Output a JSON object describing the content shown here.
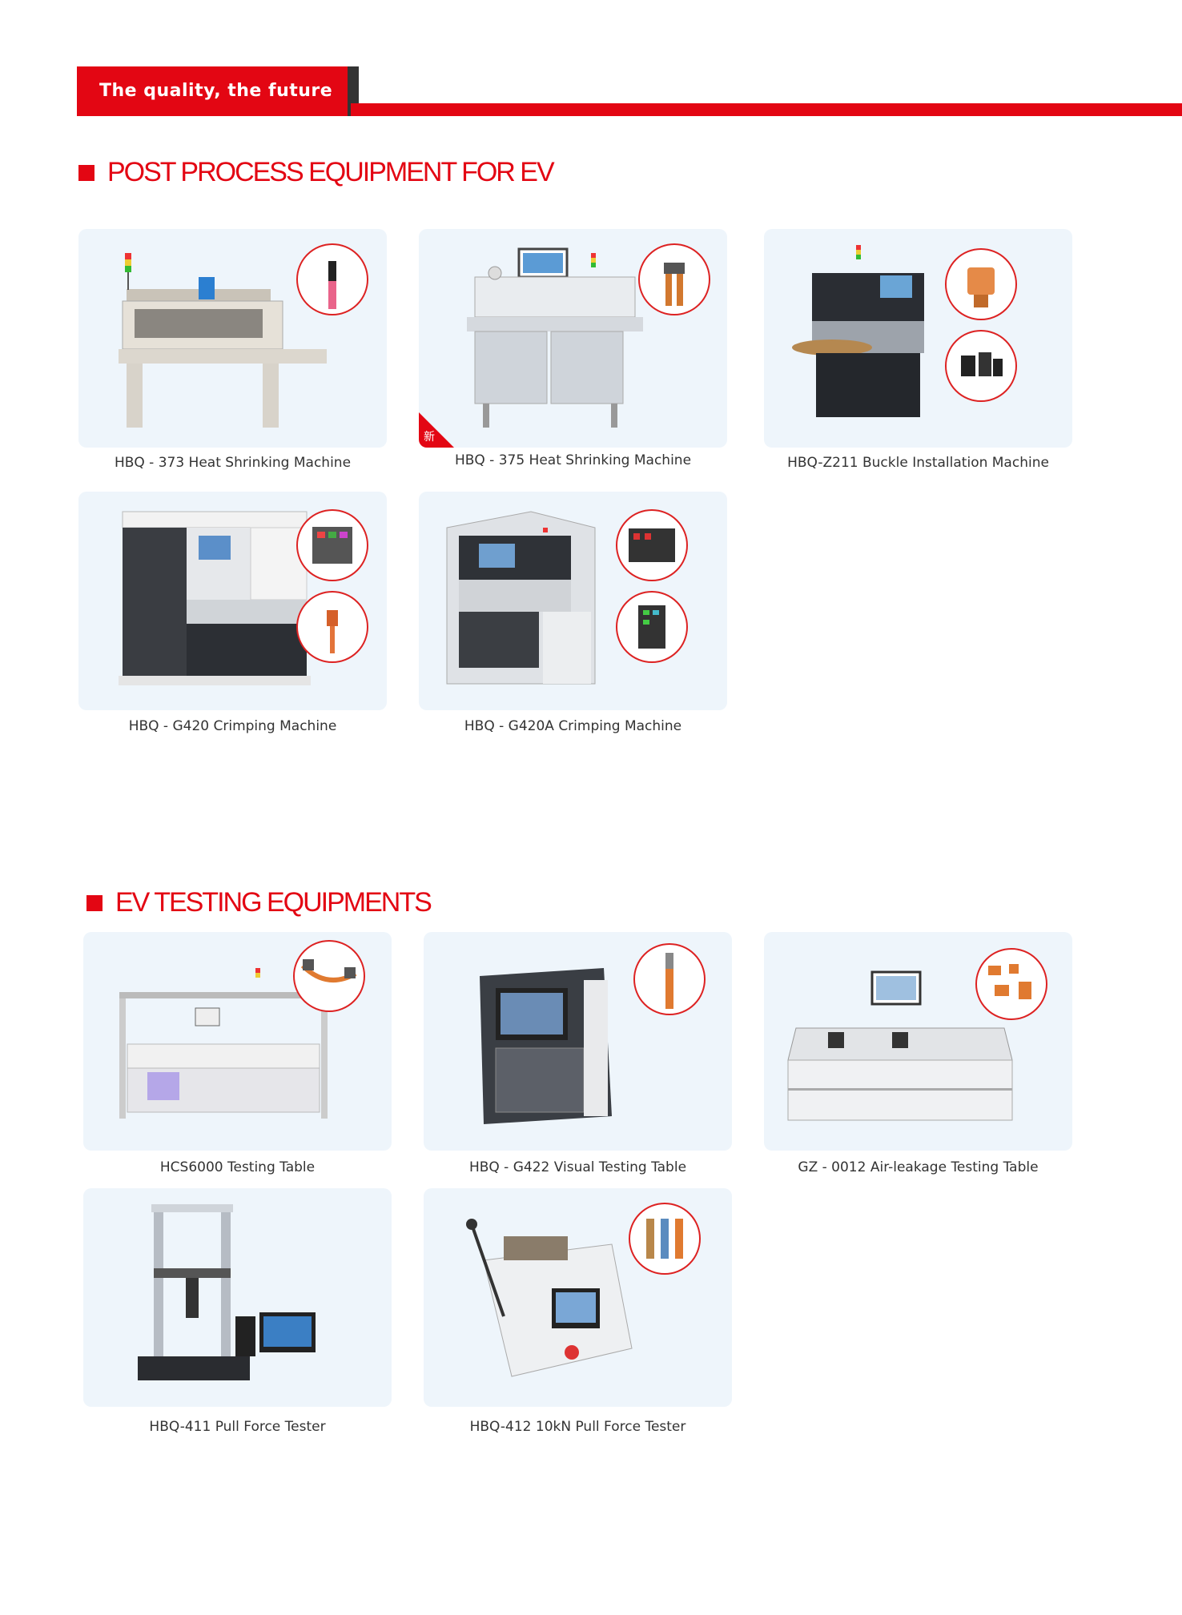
{
  "header": {
    "tagline": "The quality, the future"
  },
  "sections": [
    {
      "title": "POST PROCESS EQUIPMENT FOR EV",
      "items": [
        {
          "caption": "HBQ - 373 Heat Shrinking  Machine"
        },
        {
          "caption": "HBQ - 375 Heat Shrinking Machine",
          "badge": "新"
        },
        {
          "caption": "HBQ-Z211 Buckle Installation Machine"
        },
        {
          "caption": "HBQ - G420 Crimping Machine"
        },
        {
          "caption": "HBQ - G420A Crimping Machine"
        }
      ]
    },
    {
      "title": "EV TESTING EQUIPMENTS",
      "items": [
        {
          "caption": "HCS6000 Testing Table"
        },
        {
          "caption": "HBQ - G422 Visual Testing Table"
        },
        {
          "caption": "GZ - 0012 Air-leakage Testing Table"
        },
        {
          "caption": "HBQ-411 Pull Force Tester"
        },
        {
          "caption": "HBQ-412 10kN Pull Force Tester"
        }
      ]
    }
  ],
  "colors": {
    "accent": "#e30613",
    "card_bg": "#eef5fb",
    "caption": "#333333"
  }
}
